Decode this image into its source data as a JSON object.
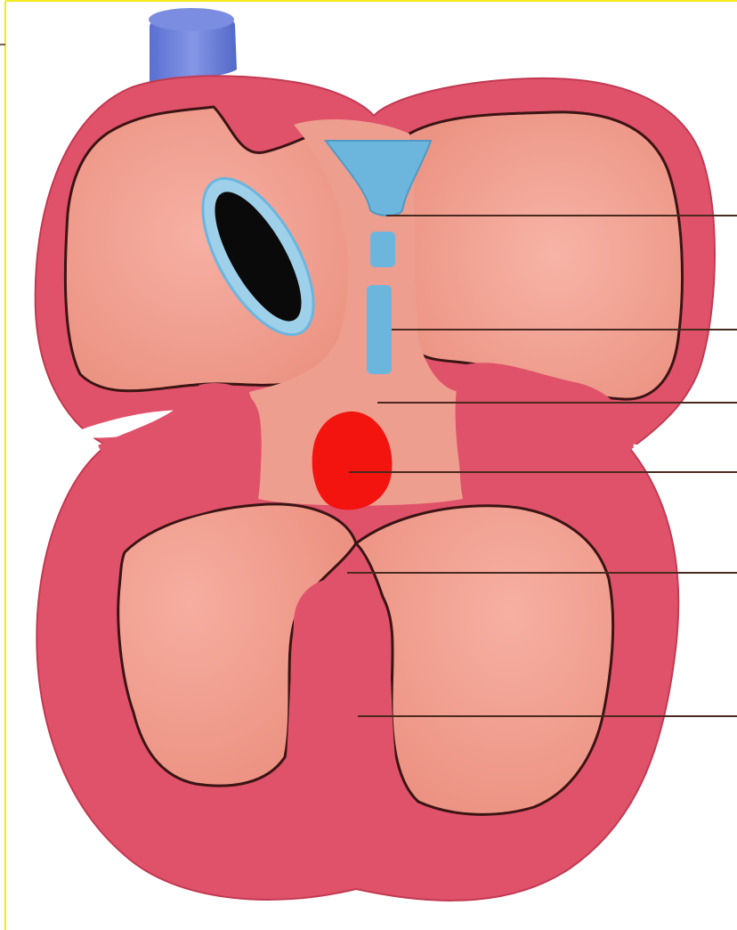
{
  "diagram": {
    "labels": [],
    "colors": {
      "frame_border": "#f2ea1c",
      "outer_wall": "#e0526a",
      "outer_wall_edge": "#c23a52",
      "cavity_fill": "#ee9a8a",
      "cavity_highlight": "#f6b0a3",
      "cavity_edge": "#3b1414",
      "light_blue": "#6cb6de",
      "light_blue_edge": "#4f9ac4",
      "dark_blue": "#6d82dc",
      "red": "#f31410",
      "black": "#0a0a0a",
      "leader_line": "#4a2a1e"
    },
    "structures": [
      {
        "name": "outer-wall"
      },
      {
        "name": "upper-left-chamber"
      },
      {
        "name": "upper-right-chamber"
      },
      {
        "name": "lower-left-chamber"
      },
      {
        "name": "lower-right-chamber"
      },
      {
        "name": "septum"
      },
      {
        "name": "oval-opening"
      },
      {
        "name": "funnel-structure"
      },
      {
        "name": "blue-duct-segments"
      },
      {
        "name": "red-mass"
      },
      {
        "name": "blue-cap"
      }
    ],
    "leader_line_count": 6
  }
}
